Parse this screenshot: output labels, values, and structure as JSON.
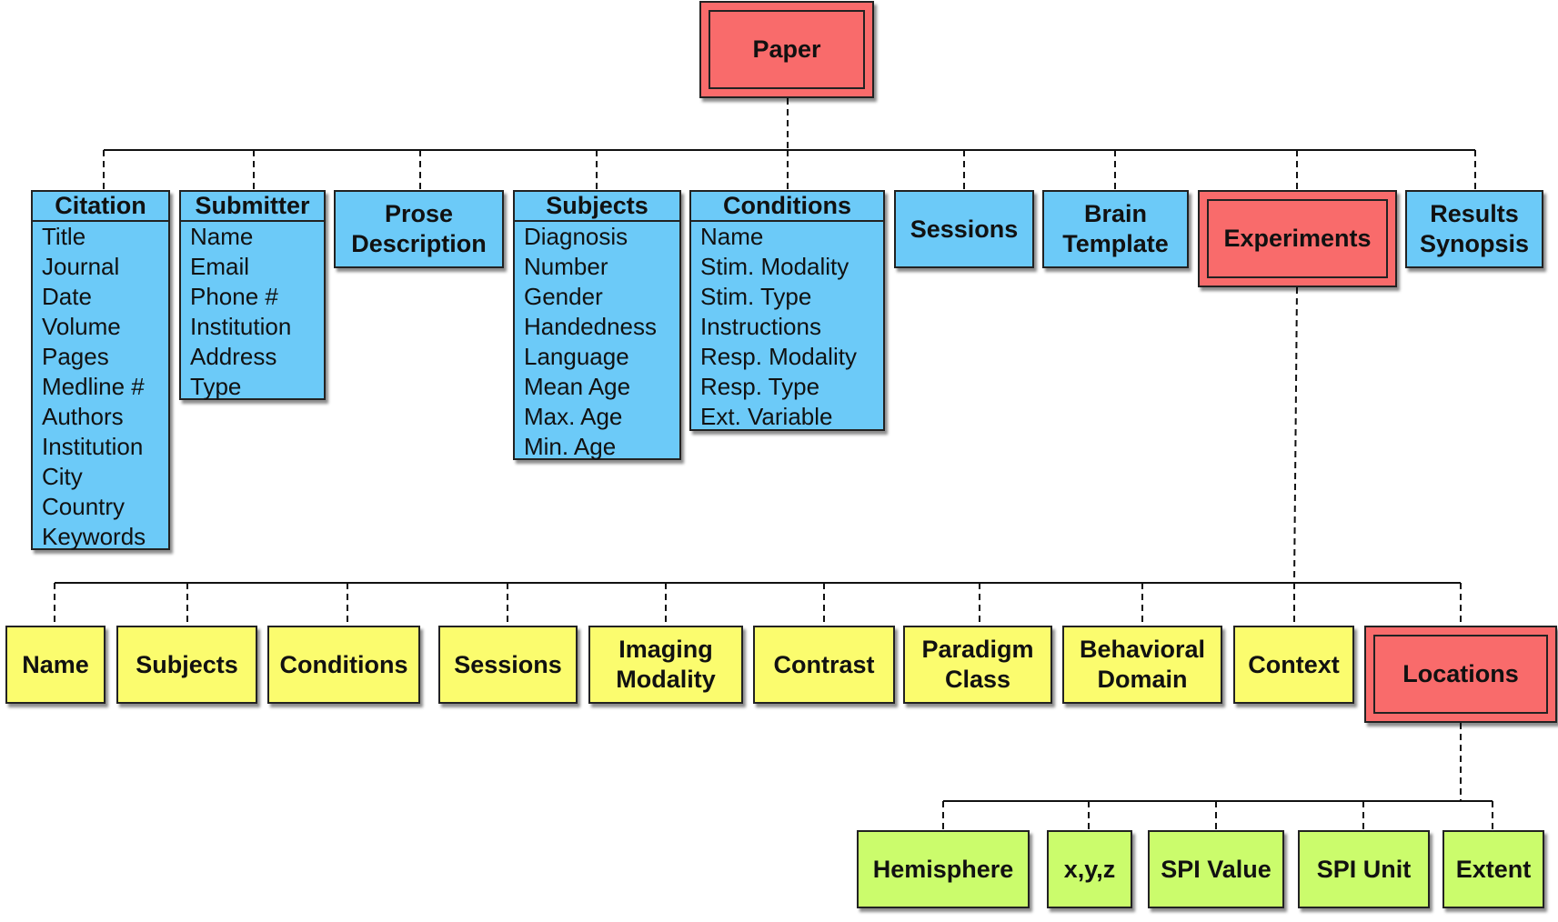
{
  "root": {
    "label": "Paper"
  },
  "level1": {
    "citation": {
      "header": "Citation",
      "items": [
        "Title",
        "Journal",
        "Date",
        "Volume",
        "Pages",
        "Medline #",
        "Authors",
        "Institution",
        "City",
        "Country",
        "Keywords"
      ]
    },
    "submitter": {
      "header": "Submitter",
      "items": [
        "Name",
        "Email",
        "Phone #",
        "Institution",
        "Address",
        "Type"
      ]
    },
    "prose": {
      "line1": "Prose",
      "line2": "Description"
    },
    "subjects": {
      "header": "Subjects",
      "items": [
        "Diagnosis",
        "Number",
        "Gender",
        "Handedness",
        "Language",
        "Mean Age",
        "Max. Age",
        "Min. Age"
      ]
    },
    "conditions": {
      "header": "Conditions",
      "items": [
        "Name",
        "Stim. Modality",
        "Stim. Type",
        "Instructions",
        "Resp. Modality",
        "Resp. Type",
        "Ext. Variable"
      ]
    },
    "sessions": {
      "label": "Sessions"
    },
    "brain_template": {
      "line1": "Brain",
      "line2": "Template"
    },
    "experiments": {
      "label": "Experiments"
    },
    "results_synopsis": {
      "line1": "Results",
      "line2": "Synopsis"
    }
  },
  "level2": {
    "name": {
      "label": "Name"
    },
    "subjects": {
      "label": "Subjects"
    },
    "conditions": {
      "label": "Conditions"
    },
    "sessions": {
      "label": "Sessions"
    },
    "imaging_modality": {
      "line1": "Imaging",
      "line2": "Modality"
    },
    "contrast": {
      "label": "Contrast"
    },
    "paradigm_class": {
      "line1": "Paradigm",
      "line2": "Class"
    },
    "behavioral_domain": {
      "line1": "Behavioral",
      "line2": "Domain"
    },
    "context": {
      "label": "Context"
    },
    "locations": {
      "label": "Locations"
    }
  },
  "level3": {
    "hemisphere": {
      "label": "Hemisphere"
    },
    "xyz": {
      "label": "x,y,z"
    },
    "spi_value": {
      "label": "SPI Value"
    },
    "spi_unit": {
      "label": "SPI Unit"
    },
    "extent": {
      "label": "Extent"
    }
  },
  "colors": {
    "blue": "#6ccaf8",
    "yellow": "#fbfc6e",
    "green": "#cbfc6c",
    "red": "#f96b6b"
  }
}
